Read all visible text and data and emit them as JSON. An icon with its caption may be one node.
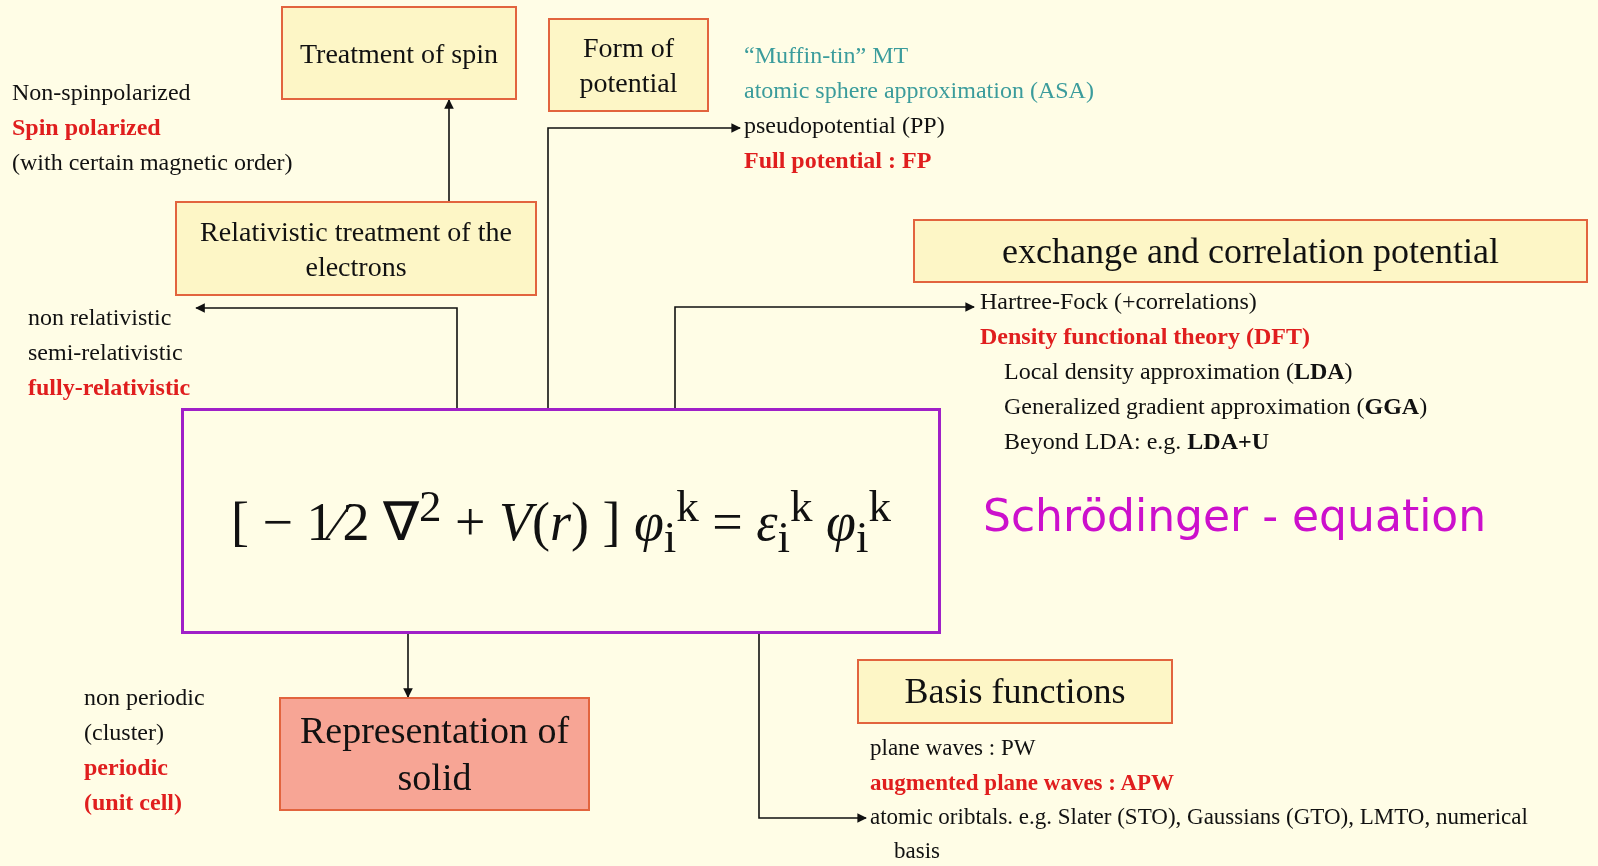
{
  "diagram": {
    "nodes": [
      {
        "text": [
          "Treatment of spin"
        ],
        "beside": [
          "Non-spinpolarized",
          "Spin polarized",
          "(with certain magnetic order)"
        ]
      },
      {
        "text": [
          "Form of potential"
        ]
      },
      {
        "text": [
          "Relativistic treatment of the electrons"
        ]
      },
      {
        "text": [
          "exchange and correlation potential"
        ]
      },
      {
        "text": [
          "[ − 1⁄2 ∇$^{2}$ + *V*(*r*) ] *φ*$_{i}$$^{k}$ = *ε*$_{i}$$^{k}$ *φ*$_{i}$$^{k}$"
        ]
      },
      {
        "text": [
          "Representation of solid"
        ],
        "beside": [
          "non periodic",
          "(cluster)",
          "periodic",
          "(unit cell)"
        ]
      },
      {
        "text": [
          "Basis functions"
        ]
      },
      {
        "text": [
          "non relativistic",
          "semi-relativistic",
          "fully-relativistic"
        ]
      },
      {
        "text": [
          "“Muffin-tin” MT",
          "atomic sphere approximation (ASA)",
          "pseudopotential (PP)",
          "Full potential : FP"
        ]
      },
      {
        "text": [
          "Hartree-Fock (+correlations)",
          "Density functional theory (DFT)",
          "Local density approximation  (**LDA**)",
          "Generalized gradient approximation (**GGA**)",
          "Beyond LDA: e.g. **LDA+U**"
        ]
      },
      {
        "text": [
          "plane waves : PW",
          "augmented plane waves : APW",
          "atomic oribtals. e.g. Slater (STO), Gaussians (GTO), LMTO, numerical basis"
        ]
      }
    ],
    "edges": [
      {
        "from": 2,
        "to": 0,
        "arrow": "to"
      },
      {
        "from": 4,
        "to": 7,
        "arrow": "to"
      },
      {
        "from": 4,
        "to": 8,
        "arrow": "to"
      },
      {
        "from": 4,
        "to": 9,
        "arrow": "to"
      },
      {
        "from": 4,
        "to": 10,
        "arrow": "to"
      },
      {
        "from": 4,
        "to": 5,
        "arrow": "to"
      }
    ],
    "labels": [
      "Schrödinger - equation"
    ]
  }
}
